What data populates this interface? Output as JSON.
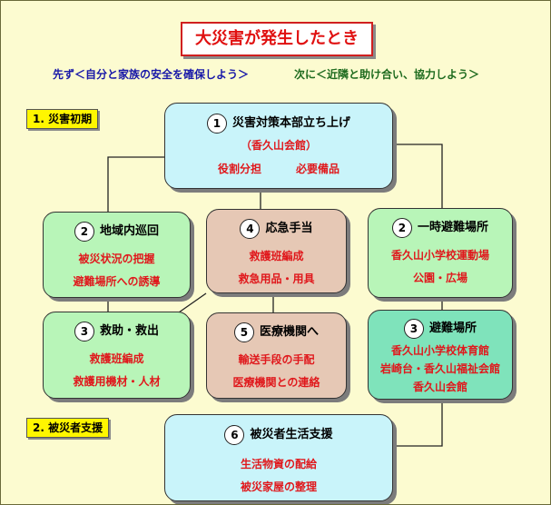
{
  "title": "大災害が発生したとき",
  "subtitle_left": "先ず＜自分と家族の安全を確保しよう＞",
  "subtitle_right": "次に＜近隣と助け合い、協力しよう＞",
  "phase1": "1. 災害初期",
  "phase2": "2. 被災者支援",
  "nodes": {
    "n1": {
      "num": "1",
      "title": "災害対策本部立ち上げ",
      "sub": "（香久山会館）",
      "items": [
        "役割分担",
        "必要備品"
      ]
    },
    "n2a": {
      "num": "2",
      "title": "地域内巡回",
      "items": [
        "被災状況の把握",
        "避難場所への誘導"
      ]
    },
    "n4": {
      "num": "4",
      "title": "応急手当",
      "items": [
        "救護班編成",
        "救急用品・用具"
      ]
    },
    "n2b": {
      "num": "2",
      "title": "一時避難場所",
      "items": [
        "香久山小学校運動場",
        "公園・広場"
      ]
    },
    "n3a": {
      "num": "3",
      "title": "救助・救出",
      "items": [
        "救護班編成",
        "救護用機材・人材"
      ]
    },
    "n5": {
      "num": "5",
      "title": "医療機関へ",
      "items": [
        "輸送手段の手配",
        "医療機関との連絡"
      ]
    },
    "n3b": {
      "num": "3",
      "title": "避難場所",
      "items": [
        "香久山小学校体育館",
        "岩崎台・香久山福祉会館",
        "香久山会館"
      ]
    },
    "n6": {
      "num": "6",
      "title": "被災者生活支援",
      "items": [
        "生活物資の配給",
        "被災家屋の整理"
      ]
    }
  },
  "colors": {
    "cyan": "#c9f4fa",
    "green": "#b8f5b8",
    "peach": "#e6c8b5",
    "teal": "#7fe3bb",
    "red_text": "#e0181c",
    "phase_yellow": "#fff600",
    "background": "#fcfbd0"
  }
}
